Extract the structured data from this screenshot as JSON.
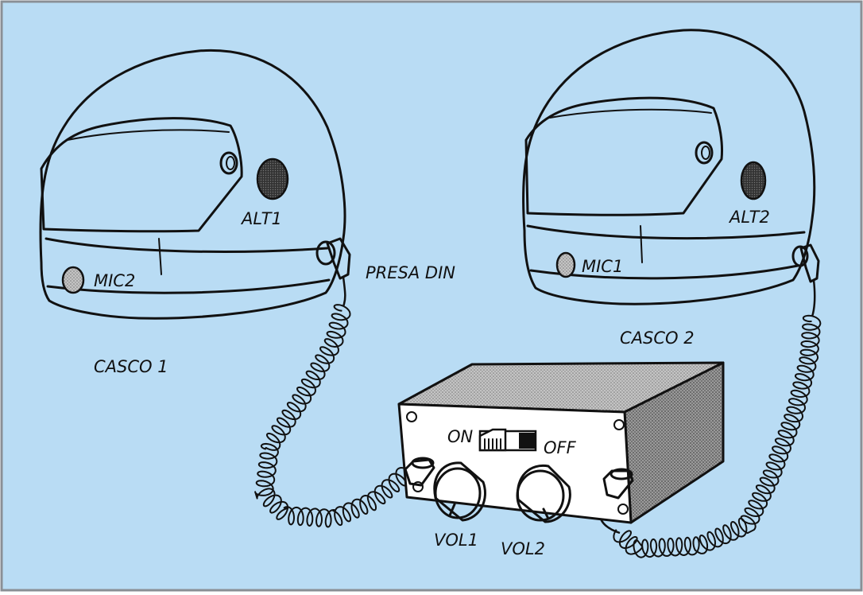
{
  "colors": {
    "background": "#b9dcf4",
    "frame": "#8a8f95",
    "helmet_fill": "#ffffff",
    "ink": "#111111",
    "box_side": "#8d8d8d",
    "box_top": "#b6b6b6",
    "panel": "#ffffff"
  },
  "labels": {
    "alt1": "ALT1",
    "mic2": "MIC2",
    "presa_din": "PRESA DIN",
    "casco1": "CASCO 1",
    "alt2": "ALT2",
    "mic1": "MIC1",
    "casco2": "CASCO 2",
    "on": "ON",
    "off": "OFF",
    "vol1": "VOL1",
    "vol2": "VOL2"
  },
  "icons": {
    "helmet": "helmet-icon",
    "speaker": "speaker-icon",
    "microphone": "microphone-icon",
    "switch": "toggle-switch-icon",
    "knob": "knob-icon",
    "screw": "screw-icon"
  }
}
